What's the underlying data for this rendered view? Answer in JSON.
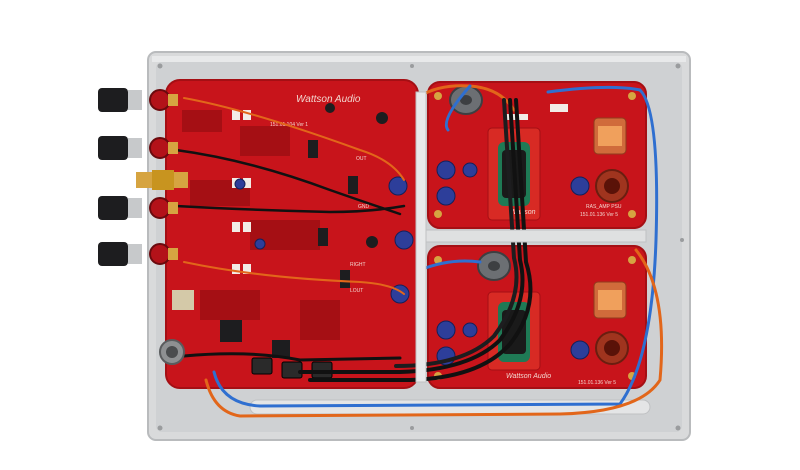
{
  "colors": {
    "background": "#ffffff",
    "chassis": "#d9dadb",
    "chassis_edge": "#b9bbbd",
    "pcb_red": "#c8141b",
    "pcb_dark": "#a50f14",
    "connector_black": "#1d1d1f",
    "gold": "#d6a441",
    "wire_blue": "#2f6fd0",
    "wire_orange": "#e2661a",
    "wire_black": "#111111",
    "cap_blue": "#2d3e9a",
    "toroid_grey": "#6c6f73",
    "copper": "#d06b3b",
    "green_block": "#1f7a55"
  },
  "labels": {
    "brand_main": "Wattson Audio",
    "brand_psu_top": "Wattson",
    "brand_psu_bottom": "Wattson Audio",
    "main_pcb_code": "151.01.104 Ver 1",
    "psu_top_name": "RAS_AMP PSU",
    "psu_top_code": "151.01.136 Ver 5",
    "psu_bottom_code": "151.01.136 Ver 5",
    "out_label": "OUT",
    "gnd_label": "GND",
    "right_label": "RIGHT",
    "lout_label": "LOUT"
  }
}
